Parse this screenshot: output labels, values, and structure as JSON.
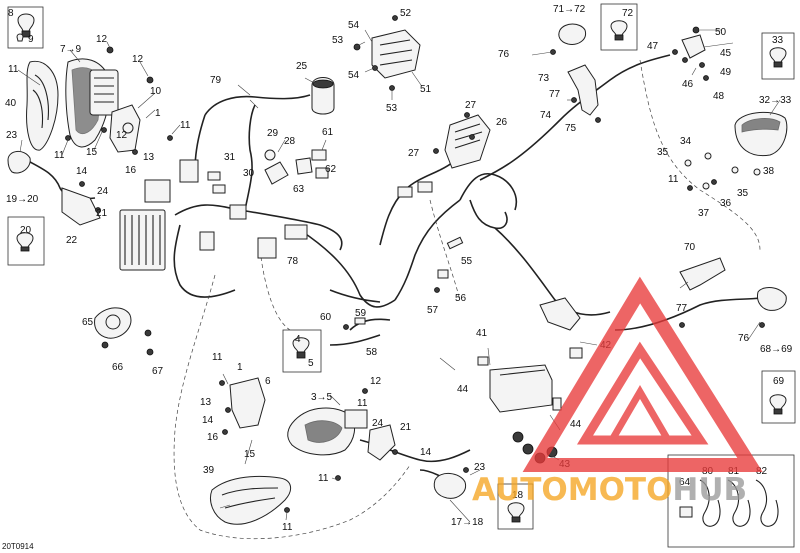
{
  "diagram_code": "20T0914",
  "labels": {
    "l1a": "1",
    "l1b": "1",
    "l3to5": "3→5",
    "l4": "4",
    "l5": "5",
    "l6": "6",
    "l7to9": "7→9",
    "l8": "8",
    "l9": "9",
    "l10": "10",
    "l11a": "11",
    "l11b": "11",
    "l11c": "11",
    "l11d": "11",
    "l11e": "11",
    "l11f": "11",
    "l12a": "12",
    "l12b": "12",
    "l12c": "12",
    "l12d": "12",
    "l13a": "13",
    "l13b": "13",
    "l14a": "14",
    "l14b": "14",
    "l15a": "15",
    "l15b": "15",
    "l16a": "16",
    "l16b": "16",
    "l17to18": "17→18",
    "l18": "18",
    "l19to20": "19→20",
    "l20": "20",
    "l21": "21",
    "l22": "22",
    "l23a": "23",
    "l23b": "23",
    "l24a": "24",
    "l24b": "24",
    "l25": "25",
    "l26": "26",
    "l27a": "27",
    "l27b": "27",
    "l28": "28",
    "l29": "29",
    "l30": "30",
    "l31": "31",
    "l32to33": "32→33",
    "l33": "33",
    "l34": "34",
    "l35a": "35",
    "l35b": "35",
    "l36": "36",
    "l37": "37",
    "l38": "38",
    "l39": "39",
    "l40": "40",
    "l41": "41",
    "l42": "42",
    "l43": "43",
    "l44a": "44",
    "l44b": "44",
    "l45": "45",
    "l46": "46",
    "l47": "47",
    "l48": "48",
    "l49": "49",
    "l50": "50",
    "l51": "51",
    "l52": "52",
    "l53a": "53",
    "l53b": "53",
    "l54a": "54",
    "l54b": "54",
    "l55": "55",
    "l56": "56",
    "l57": "57",
    "l58": "58",
    "l59": "59",
    "l60": "60",
    "l61": "61",
    "l62": "62",
    "l63": "63",
    "l64": "64",
    "l65": "65",
    "l66": "66",
    "l67": "67",
    "l68to69": "68→69",
    "l69": "69",
    "l70": "70",
    "l71to72": "71→72",
    "l72": "72",
    "l73": "73",
    "l74": "74",
    "l75": "75",
    "l76a": "76",
    "l76b": "76",
    "l77a": "77",
    "l77b": "77",
    "l78": "78",
    "l79": "79",
    "l80": "80",
    "l81": "81",
    "l82": "82"
  },
  "watermark": {
    "part1": "AUTO",
    "part2": "MOTO",
    "part3": "HUB",
    "color_red": "#e83a3a",
    "color_orange": "#f5a623",
    "color_grey": "#9a9a9a"
  }
}
